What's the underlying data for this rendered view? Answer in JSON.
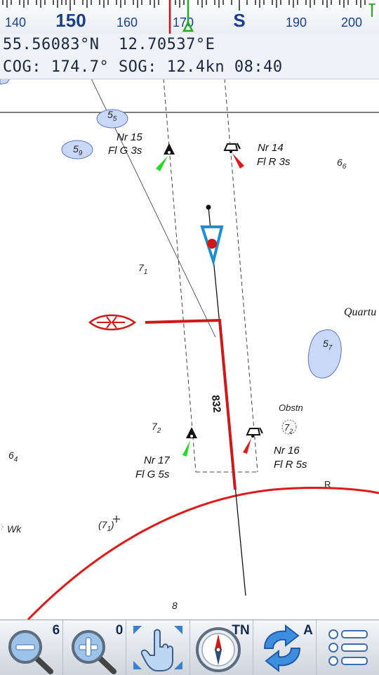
{
  "compass": {
    "ticks": [
      {
        "label": "140",
        "major": false
      },
      {
        "label": "150",
        "major": true
      },
      {
        "label": "160",
        "major": false
      },
      {
        "label": "170",
        "major": false
      },
      {
        "label": "S",
        "major": true
      },
      {
        "label": "190",
        "major": false
      },
      {
        "label": "200",
        "major": false
      }
    ],
    "heading_color": "#cc1111",
    "course_color": "#22aa22",
    "north_marker": "T"
  },
  "readout": {
    "position": "55.56083°N  12.70537°E",
    "cog_sog_time": "COG: 174.7° SOG: 12.4kn 08:40"
  },
  "chart": {
    "route_color": "#d01818",
    "shallow_color": "#c9d8f6",
    "buoys": [
      {
        "name": "Nr 15",
        "light": "Fl G 3s",
        "kind": "starboard"
      },
      {
        "name": "Nr 14",
        "light": "Fl R 3s",
        "kind": "port"
      },
      {
        "name": "Nr 17",
        "light": "Fl G 5s",
        "kind": "starboard"
      },
      {
        "name": "Nr 16",
        "light": "Fl R 5s",
        "kind": "port"
      }
    ],
    "depths": [
      {
        "whole": "5",
        "frac": "5"
      },
      {
        "whole": "5",
        "frac": "9"
      },
      {
        "whole": "6",
        "frac": "6"
      },
      {
        "whole": "7",
        "frac": "1"
      },
      {
        "whole": "5",
        "frac": "7"
      },
      {
        "whole": "7",
        "frac": "2"
      },
      {
        "whole": "7",
        "frac": "2"
      },
      {
        "whole": "6",
        "frac": "4"
      },
      {
        "whole": "(7",
        "frac": "1",
        "suffix": ")"
      },
      {
        "whole": "8",
        "frac": ""
      }
    ],
    "labels": {
      "route_number": "832",
      "obstruction": "Obstn",
      "wreck": "Wk",
      "place": "Quartu",
      "range_mark": "R"
    }
  },
  "toolbar": {
    "zoom_out": {
      "badge": "6",
      "icon": "zoom-out-icon"
    },
    "zoom_in": {
      "badge": "0",
      "icon": "zoom-in-icon"
    },
    "pan": {
      "icon": "hand-pan-icon"
    },
    "compass_mode": {
      "badge": "TN",
      "icon": "compass-icon"
    },
    "auto_follow": {
      "badge": "A",
      "icon": "refresh-icon"
    },
    "menu": {
      "icon": "menu-icon"
    }
  }
}
